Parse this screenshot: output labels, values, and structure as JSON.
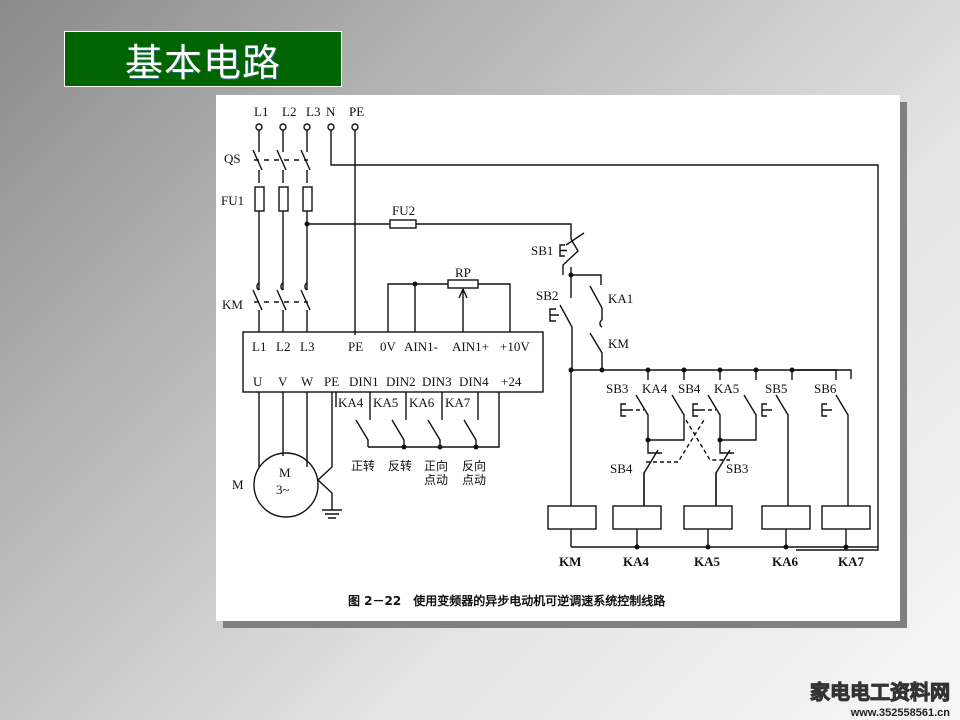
{
  "slide": {
    "title": "基本电路",
    "title_bg": "#006400"
  },
  "diagram": {
    "supply": {
      "l1": "L1",
      "l2": "L2",
      "l3": "L3",
      "n": "N",
      "pe": "PE"
    },
    "qs": "QS",
    "fu1": "FU1",
    "fu2": "FU2",
    "km": "KM",
    "rp": "RP",
    "inverter_top": {
      "l1": "L1",
      "l2": "L2",
      "l3": "L3",
      "pe": "PE",
      "v0": "0V",
      "ain1m": "AIN1-",
      "ain1p": "AIN1+",
      "v10": "+10V"
    },
    "inverter_bottom": {
      "u": "U",
      "v": "V",
      "w": "W",
      "pe": "PE",
      "din1": "DIN1",
      "din2": "DIN2",
      "din3": "DIN3",
      "din4": "DIN4",
      "v24": "+24"
    },
    "relay_contacts": {
      "ka4": "KA4",
      "ka5": "KA5",
      "ka6": "KA6",
      "ka7": "KA7"
    },
    "functions": {
      "fwd": "正转",
      "rev": "反转",
      "fwd_jog_1": "正向",
      "fwd_jog_2": "点动",
      "rev_jog_1": "反向",
      "rev_jog_2": "点动"
    },
    "motor": {
      "label": "M",
      "inner1": "M",
      "inner2": "3~"
    },
    "control": {
      "sb1": "SB1",
      "sb2": "SB2",
      "ka1": "KA1",
      "km": "KM",
      "sb3": "SB3",
      "ka4": "KA4",
      "sb4": "SB4",
      "ka5": "KA5",
      "sb5": "SB5",
      "sb6": "SB6",
      "sb4_low": "SB4",
      "sb3_low": "SB3"
    },
    "coils": [
      "KM",
      "KA4",
      "KA5",
      "KA6",
      "KA7"
    ],
    "caption": "图 2－22　使用变频器的异步电动机可逆调速系统控制线路"
  },
  "watermark": {
    "site_name": "家电电工资料网",
    "url": "www.352558561.cn"
  }
}
